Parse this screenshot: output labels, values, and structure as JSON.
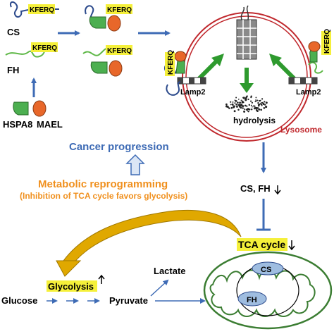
{
  "labels": {
    "kferq": "KFERQ",
    "cs": "CS",
    "fh": "FH",
    "hspa8": "HSPA8",
    "mael": "MAEL",
    "lamp2": "Lamp2",
    "hydrolysis": "hydrolysis",
    "lysosome": "Lysosome",
    "cancer_progression": "Cancer progression",
    "metabolic_reprogramming": "Metabolic reprogramming",
    "inhibition_note": "(Inhibition of TCA cycle favors glycolysis)",
    "cs_fh_down": "CS, FH",
    "tca_cycle": "TCA cycle",
    "glycolysis": "Glycolysis",
    "lactate": "Lactate",
    "glucose": "Glucose",
    "pyruvate": "Pyruvate",
    "mito_cs": "CS",
    "mito_fh": "FH"
  },
  "colors": {
    "highlight": "#f5f03a",
    "arrow_blue": "#3e6bb5",
    "arrow_green": "#2e9a2e",
    "lysosome_red": "#c0282d",
    "mito_green": "#3b7d32",
    "orange": "#f0901e",
    "gold_arrow": "#e0a800",
    "hspa8_green": "#4caf50",
    "mael_orange": "#e8672a",
    "enzyme_blue": "#9fbde0"
  }
}
